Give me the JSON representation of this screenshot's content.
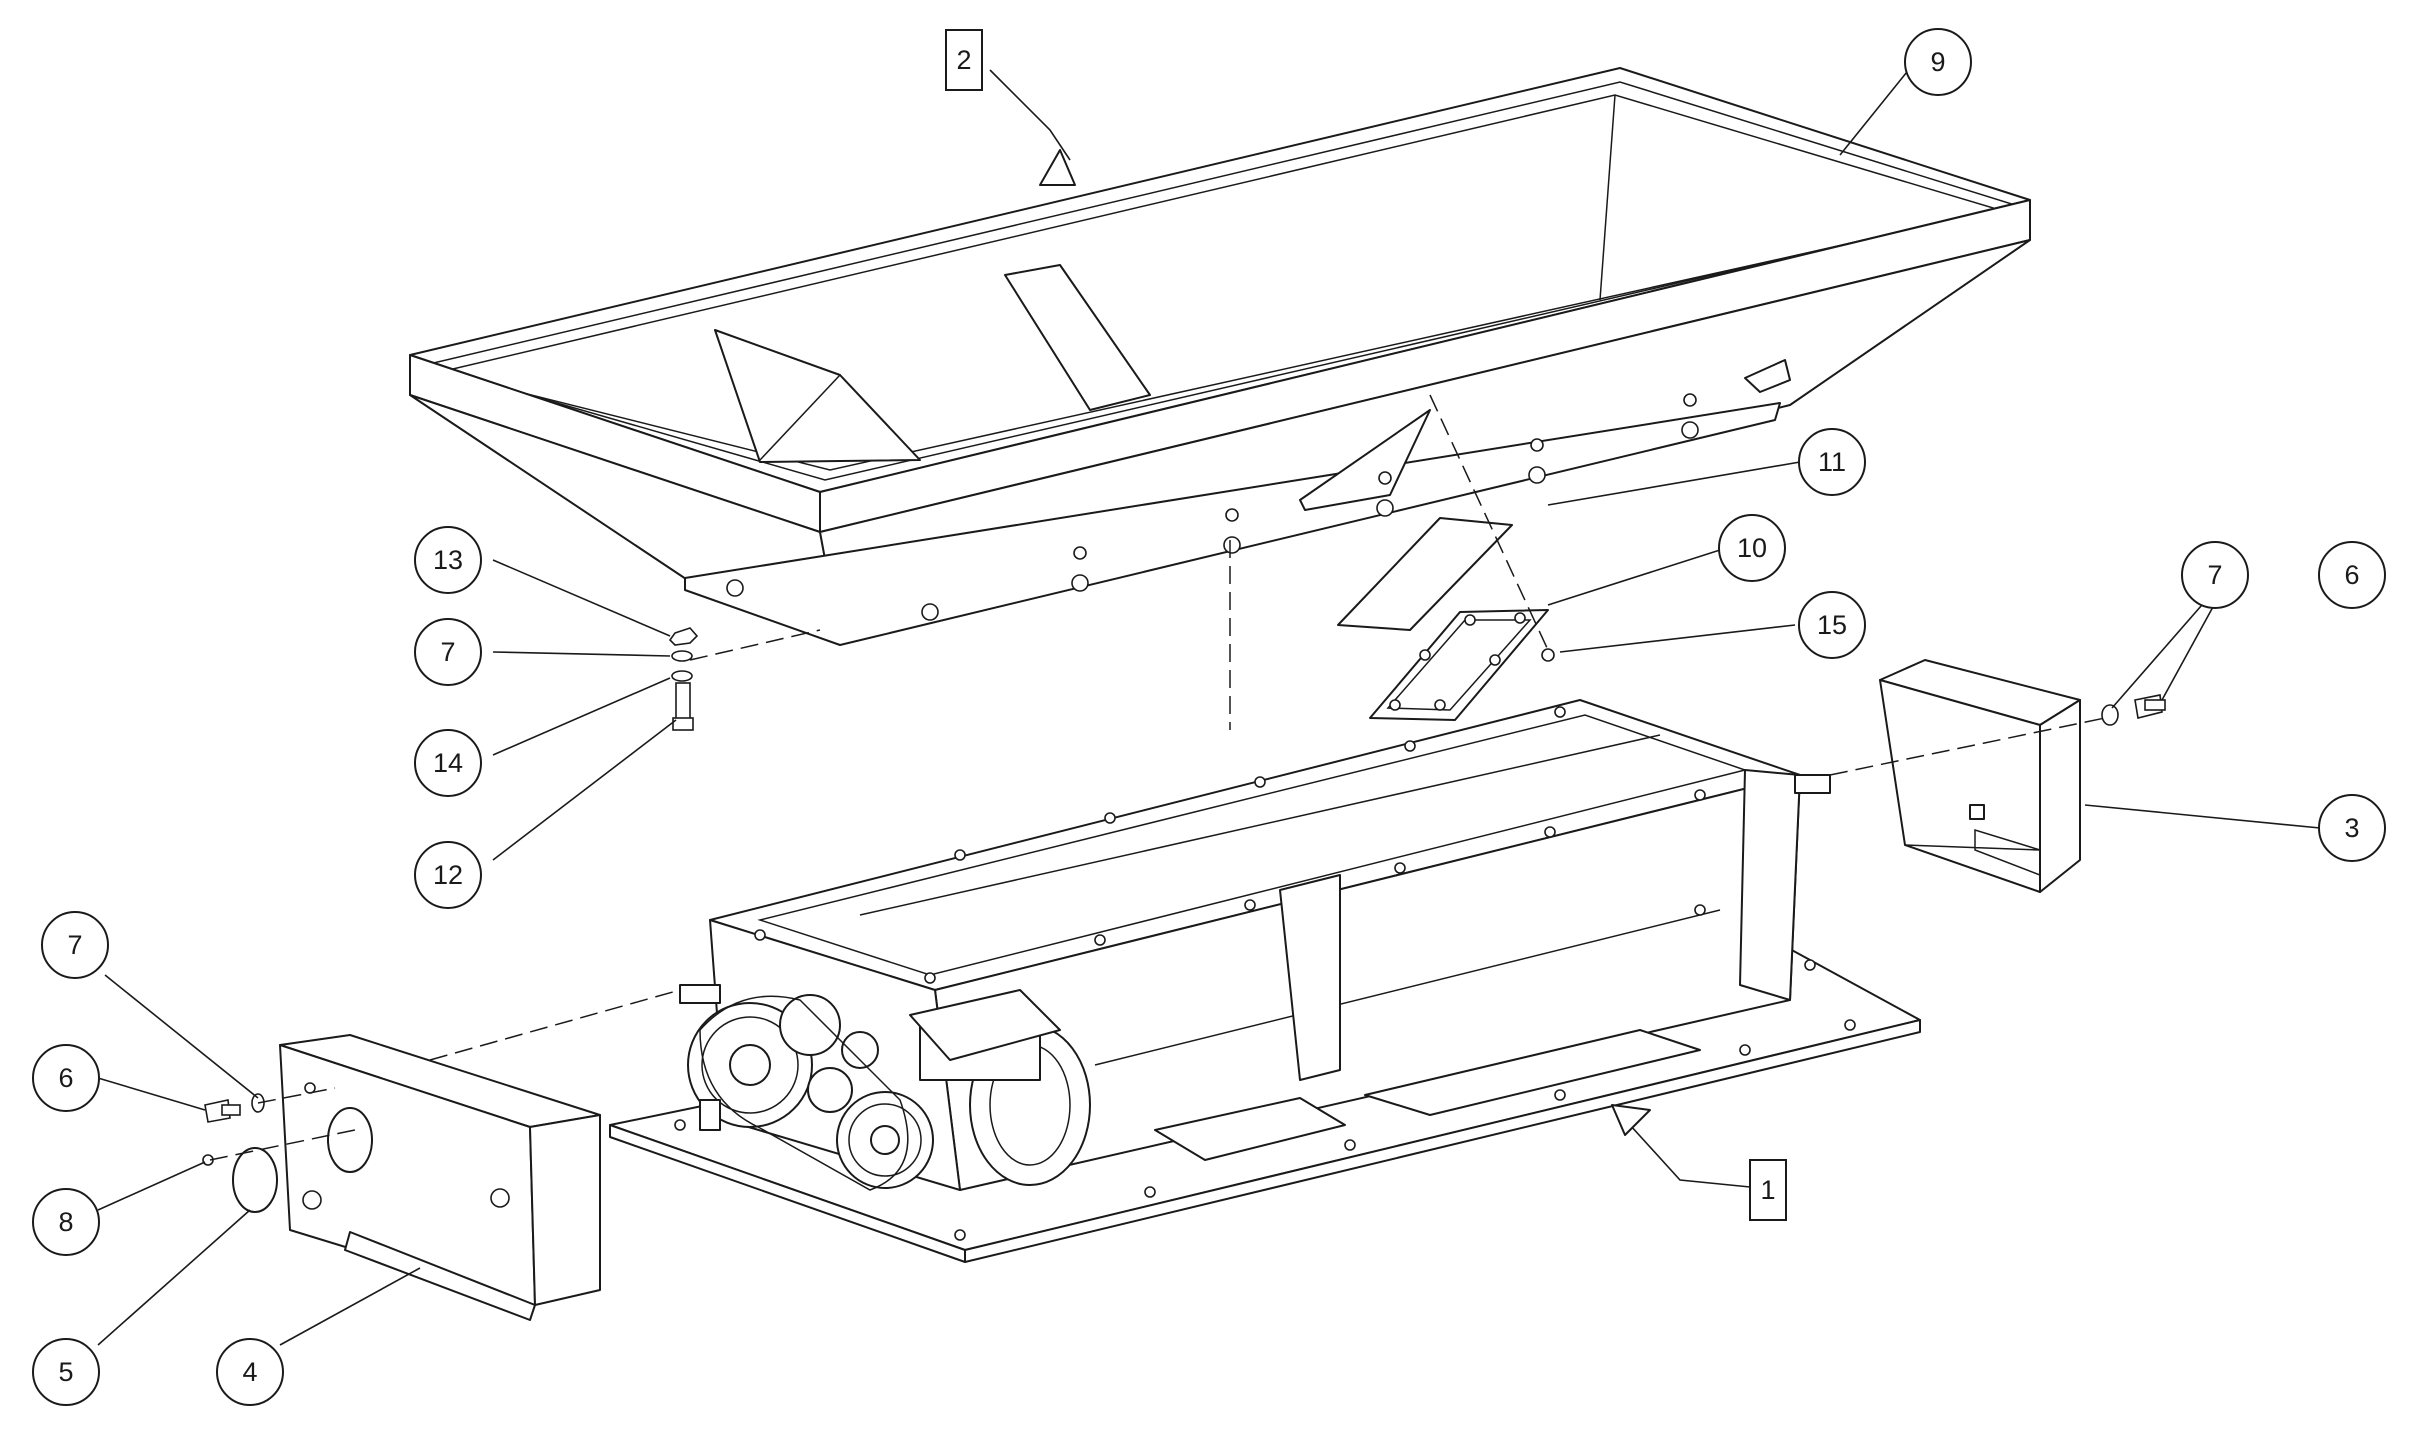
{
  "callouts": [
    {
      "id": "1",
      "label": "1",
      "shape": "box",
      "part": "base-frame-assembly"
    },
    {
      "id": "2",
      "label": "2",
      "shape": "box",
      "part": "hopper"
    },
    {
      "id": "3",
      "label": "3",
      "shape": "circle",
      "part": "right-end-cover"
    },
    {
      "id": "4",
      "label": "4",
      "shape": "circle",
      "part": "left-end-cover"
    },
    {
      "id": "5",
      "label": "5",
      "shape": "circle",
      "part": "sight-glass"
    },
    {
      "id": "6a",
      "label": "6",
      "shape": "circle",
      "part": "bolt-right"
    },
    {
      "id": "6b",
      "label": "6",
      "shape": "circle",
      "part": "bolt-left"
    },
    {
      "id": "7a",
      "label": "7",
      "shape": "circle",
      "part": "washer-right"
    },
    {
      "id": "7b",
      "label": "7",
      "shape": "circle",
      "part": "washer-hopper"
    },
    {
      "id": "7c",
      "label": "7",
      "shape": "circle",
      "part": "washer-left"
    },
    {
      "id": "8",
      "label": "8",
      "shape": "circle",
      "part": "screw"
    },
    {
      "id": "9",
      "label": "9",
      "shape": "circle",
      "part": "hopper-rim"
    },
    {
      "id": "10",
      "label": "10",
      "shape": "circle",
      "part": "inspection-plate"
    },
    {
      "id": "11",
      "label": "11",
      "shape": "circle",
      "part": "gasket"
    },
    {
      "id": "12",
      "label": "12",
      "shape": "circle",
      "part": "hopper-bolt"
    },
    {
      "id": "13",
      "label": "13",
      "shape": "circle",
      "part": "nut"
    },
    {
      "id": "14",
      "label": "14",
      "shape": "circle",
      "part": "lock-washer"
    },
    {
      "id": "15",
      "label": "15",
      "shape": "circle",
      "part": "plate-screw"
    }
  ],
  "colors": {
    "line": "#1a1a1a",
    "background": "#ffffff"
  }
}
